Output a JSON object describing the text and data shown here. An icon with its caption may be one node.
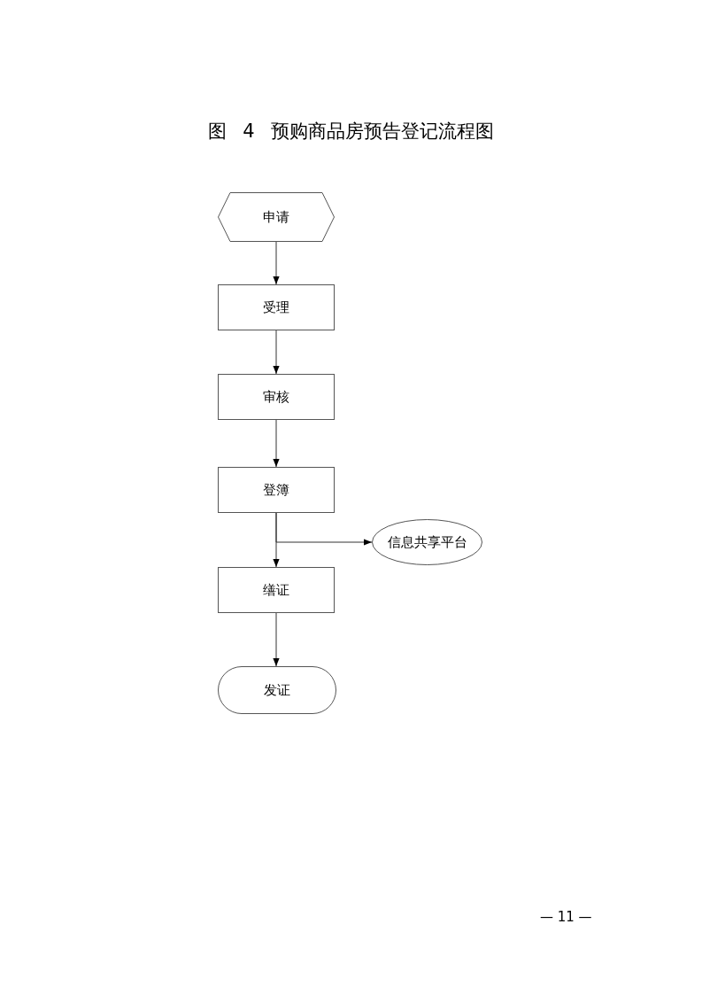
{
  "diagram": {
    "title": "图 4 预购商品房预告登记流程图",
    "nodes": [
      {
        "text": [
          "申请"
        ]
      },
      {
        "text": [
          "受理"
        ]
      },
      {
        "text": [
          "审核"
        ]
      },
      {
        "text": [
          "登簿"
        ]
      },
      {
        "text": [
          "缮证"
        ]
      },
      {
        "text": [
          "信息共享平台"
        ]
      },
      {
        "text": [
          "发证"
        ]
      }
    ],
    "edges": [
      {
        "from": 0,
        "to": 1,
        "arrow": "to"
      },
      {
        "from": 1,
        "to": 2,
        "arrow": "to"
      },
      {
        "from": 2,
        "to": 3,
        "arrow": "to"
      },
      {
        "from": 3,
        "to": 4,
        "arrow": "to"
      },
      {
        "from": 3,
        "to": 5,
        "arrow": "to"
      },
      {
        "from": 4,
        "to": 6,
        "arrow": "to"
      }
    ],
    "labels": [
      "— 11 —"
    ]
  }
}
